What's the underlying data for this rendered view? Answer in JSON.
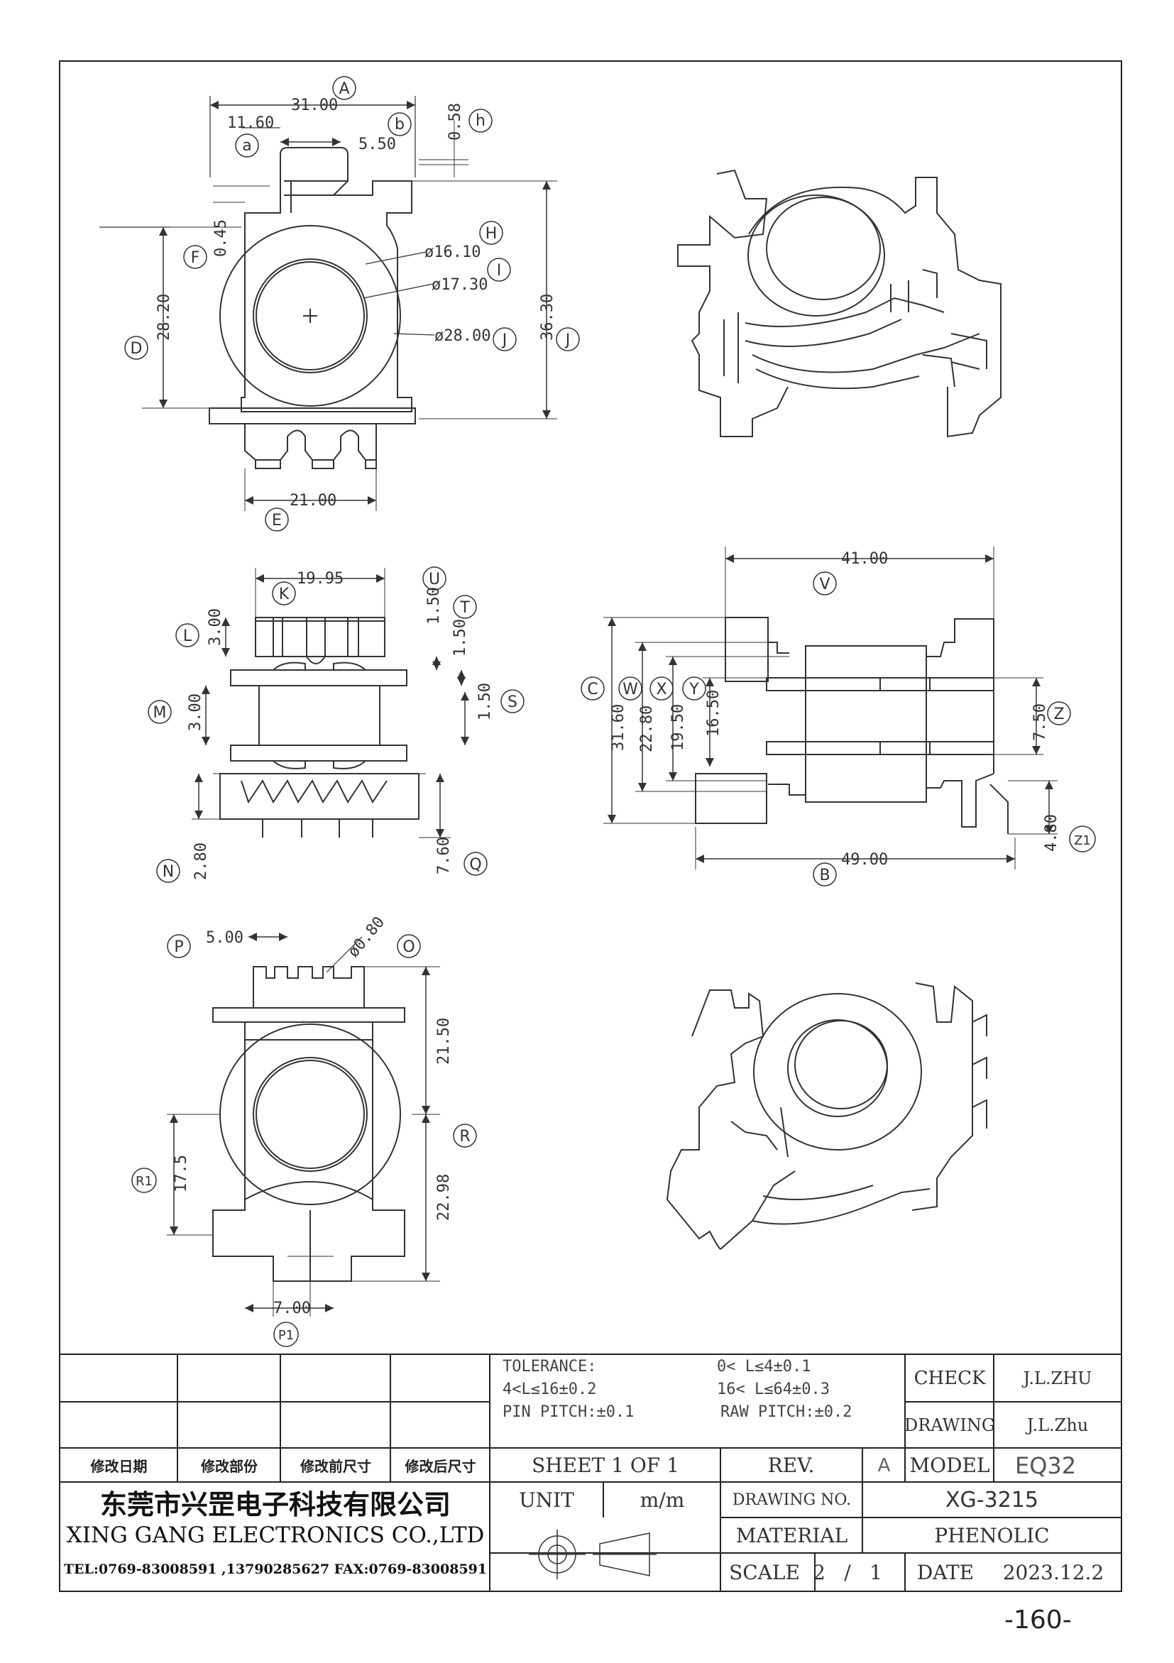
{
  "views": {
    "top": {
      "dims": {
        "width_overall": "31.00",
        "offset_a": "11.60",
        "pitch_b": "5.50",
        "h_058": "0.58",
        "f_045": "0.45",
        "d_height": "28.20",
        "h_dia": "ø16.10",
        "i_dia": "ø17.30",
        "j_dia": "ø28.00",
        "j_height": "36.30",
        "e_width": "21.00"
      },
      "callouts": [
        "A",
        "a",
        "b",
        "h",
        "F",
        "H",
        "I",
        "J",
        "D",
        "E"
      ]
    },
    "front": {
      "dims": {
        "k_width": "19.95",
        "l_300": "3.00",
        "u_150": "1.50",
        "t_150": "1.50",
        "m_300": "3.00",
        "s_150": "1.50",
        "n_280": "2.80",
        "q_760": "7.60"
      },
      "callouts": [
        "K",
        "U",
        "T",
        "L",
        "M",
        "S",
        "N",
        "Q"
      ]
    },
    "side": {
      "dims": {
        "v_width": "41.00",
        "c_height": "31.60",
        "w_height": "22.80",
        "x_height": "19.50",
        "y_height": "16.50",
        "z_750": "7.50",
        "z1_480": "4.80",
        "b_width": "49.00"
      },
      "callouts": [
        "V",
        "C",
        "W",
        "X",
        "Y",
        "Z",
        "Z1",
        "B"
      ]
    },
    "bottom": {
      "dims": {
        "p_pitch": "5.00",
        "o_dia": "ø0.80",
        "r_upper": "21.50",
        "r1_175": "17.5",
        "r_lower": "22.98",
        "p1_width": "7.00"
      },
      "callouts": [
        "P",
        "O",
        "R",
        "R1",
        "P1"
      ]
    }
  },
  "title_block": {
    "tolerance_label": "TOLERANCE:",
    "tol_1": "0< L≤4±0.1",
    "tol_2": "4<L≤16±0.2",
    "tol_3": "16< L≤64±0.3",
    "pin_pitch": "PIN PITCH:±0.1",
    "raw_pitch": "RAW PITCH:±0.2",
    "check_label": "CHECK",
    "check_value": "J.L.ZHU",
    "drawing_label": "DRAWING",
    "drawing_value": "J.L.Zhu",
    "rev_date_label": "修改日期",
    "rev_part_label": "修改部份",
    "rev_before_label": "修改前尺寸",
    "rev_after_label": "修改后尺寸",
    "sheet": "SHEET 1 OF 1",
    "rev_label": "REV.",
    "rev_value": "A",
    "model_label": "MODEL",
    "model_value": "EQ32",
    "company_cn": "东莞市兴罡电子科技有限公司",
    "company_en": "XING GANG  ELECTRONICS CO.,LTD",
    "contact": "TEL:0769-83008591 ,13790285627 FAX:0769-83008591",
    "unit_label": "UNIT",
    "unit_value": "m/m",
    "drawing_no_label": "DRAWING  NO.",
    "drawing_no_value": "XG-3215",
    "material_label": "MATERIAL",
    "material_value": "PHENOLIC",
    "scale_label": "SCALE",
    "scale_num": "2",
    "scale_sep": "/",
    "scale_den": "1",
    "date_label": "DATE",
    "date_value": "2023.12.2"
  },
  "page_number": "-160-"
}
